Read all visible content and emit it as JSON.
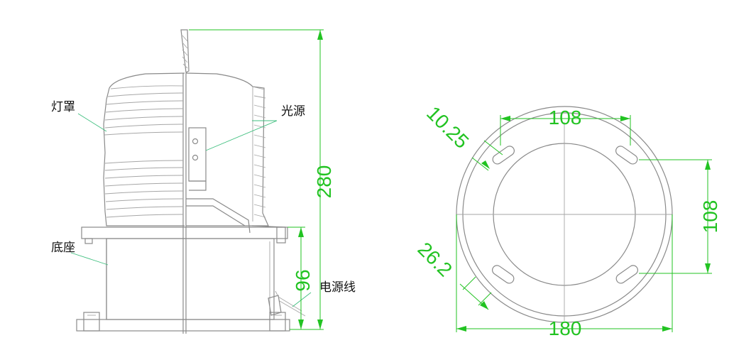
{
  "side_view": {
    "labels": {
      "lamp_cover": "灯罩",
      "light_source": "光源",
      "base": "底座",
      "power_cable": "电源线"
    },
    "dimensions": {
      "total_height": "280",
      "base_height": "96"
    }
  },
  "top_view": {
    "dimensions": {
      "slot_width": "10.25",
      "top_spacing": "108",
      "right_spacing": "108",
      "slot_length": "26.2",
      "outer_diameter": "180"
    }
  },
  "colors": {
    "dimension": "#22c322",
    "outline": "#8a8a8a",
    "text": "#111111"
  }
}
